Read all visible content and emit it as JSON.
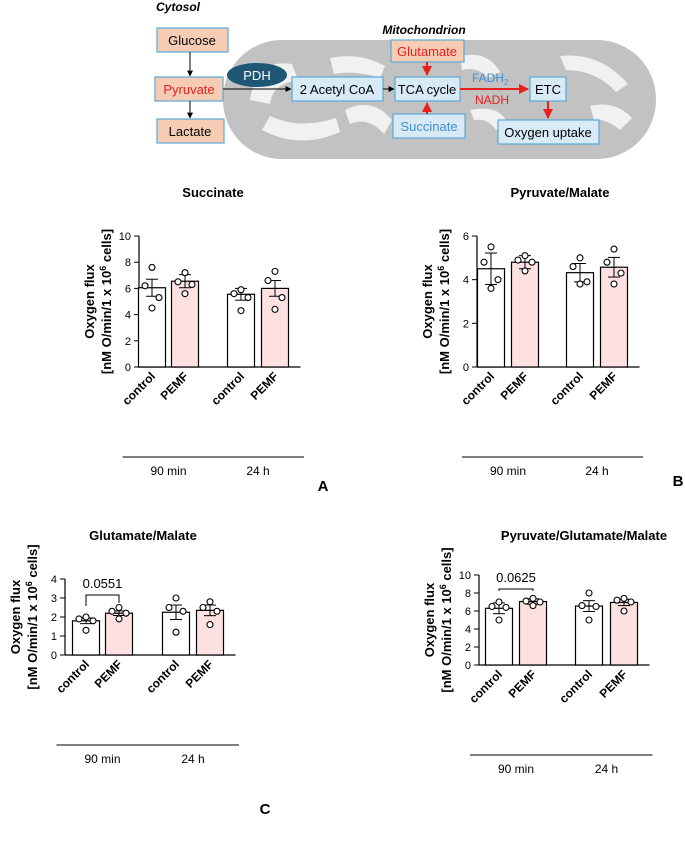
{
  "diagram": {
    "cytosol_label": "Cytosol",
    "mito_label": "Mitochondrion",
    "boxes": {
      "glucose": "Glucose",
      "pyruvate": "Pyruvate",
      "lactate": "Lactate",
      "pdh": "PDH",
      "acetyl": "2 Acetyl CoA",
      "tca": "TCA cycle",
      "glutamate": "Glutamate",
      "succinate": "Succinate",
      "etc": "ETC",
      "oxygen": "Oxygen uptake"
    },
    "fadh2_base": "FADH",
    "fadh2_sub": "2",
    "nadh": "NADH",
    "colors": {
      "peach_fill": "#f6cdb4",
      "blue_fill": "#d9eaf7",
      "blue_stroke": "#5aa9d8",
      "red": "#e8201f",
      "mito_gray": "#c2c2c2",
      "pdh_fill": "#1f5673",
      "fadh_blue": "#3e8fd0"
    }
  },
  "common": {
    "ylabel_line1": "Oxygen flux",
    "ylabel_line2_prefix": "[nM O/min/1 x 10",
    "ylabel_line2_sup": "6",
    "ylabel_line2_suffix": " cells]",
    "categories": [
      "control",
      "PEMF",
      "control",
      "PEMF"
    ],
    "groups": [
      "90 min",
      "24 h"
    ],
    "bar_colors": [
      "#ffffff",
      "#fde0e0",
      "#ffffff",
      "#fde0e0"
    ]
  },
  "chart_data": [
    {
      "type": "bar",
      "panel": "A",
      "title": "Succinate",
      "ylim": [
        0,
        10
      ],
      "yticks": [
        0,
        2,
        4,
        6,
        8,
        10
      ],
      "categories": [
        "control",
        "PEMF",
        "control",
        "PEMF"
      ],
      "values": [
        6.05,
        6.55,
        5.55,
        6.0
      ],
      "errors": [
        0.65,
        0.5,
        0.45,
        0.6
      ],
      "points": [
        [
          7.6,
          6.2,
          5.3,
          4.5
        ],
        [
          7.2,
          6.5,
          6.3,
          5.6
        ],
        [
          5.9,
          5.6,
          5.3,
          4.3
        ],
        [
          7.3,
          6.6,
          5.3,
          4.4
        ]
      ],
      "annotation": null
    },
    {
      "type": "bar",
      "panel": "B",
      "title": "Pyruvate/Malate",
      "ylim": [
        0,
        6
      ],
      "yticks": [
        0,
        2,
        4,
        6
      ],
      "categories": [
        "control",
        "PEMF",
        "control",
        "PEMF"
      ],
      "values": [
        4.5,
        4.8,
        4.32,
        4.57
      ],
      "errors": [
        0.72,
        0.3,
        0.42,
        0.45
      ],
      "points": [
        [
          5.5,
          4.8,
          4.0,
          3.6
        ],
        [
          5.1,
          4.9,
          4.8,
          4.4
        ],
        [
          5.0,
          4.6,
          3.9,
          3.8
        ],
        [
          5.4,
          4.8,
          4.3,
          3.8
        ]
      ],
      "annotation": null
    },
    {
      "type": "bar",
      "panel": "C",
      "title": "Glutamate/Malate",
      "ylim": [
        0,
        4
      ],
      "yticks": [
        0,
        1,
        2,
        3,
        4
      ],
      "categories": [
        "control",
        "PEMF",
        "control",
        "PEMF"
      ],
      "values": [
        1.8,
        2.2,
        2.25,
        2.35
      ],
      "errors": [
        0.15,
        0.12,
        0.38,
        0.28
      ],
      "points": [
        [
          2.0,
          1.9,
          1.8,
          1.3
        ],
        [
          2.5,
          2.3,
          2.2,
          1.9
        ],
        [
          3.0,
          2.5,
          2.3,
          1.2
        ],
        [
          2.8,
          2.5,
          2.3,
          1.6
        ]
      ],
      "annotation": {
        "text": "0.0551",
        "from": 0,
        "to": 1
      }
    },
    {
      "type": "bar",
      "panel": "",
      "title": "Pyruvate/Glutamate/Malate",
      "ylim": [
        0,
        10
      ],
      "yticks": [
        0,
        2,
        4,
        6,
        8,
        10
      ],
      "categories": [
        "control",
        "PEMF",
        "control",
        "PEMF"
      ],
      "values": [
        6.3,
        7.05,
        6.55,
        6.95
      ],
      "errors": [
        0.6,
        0.3,
        0.6,
        0.35
      ],
      "points": [
        [
          7.0,
          6.5,
          6.4,
          5.0
        ],
        [
          7.4,
          7.1,
          7.0,
          6.6
        ],
        [
          8.0,
          6.6,
          6.5,
          5.0
        ],
        [
          7.4,
          7.2,
          7.0,
          6.0
        ]
      ],
      "annotation": {
        "text": "0.0625",
        "from": 0,
        "to": 1
      }
    }
  ]
}
